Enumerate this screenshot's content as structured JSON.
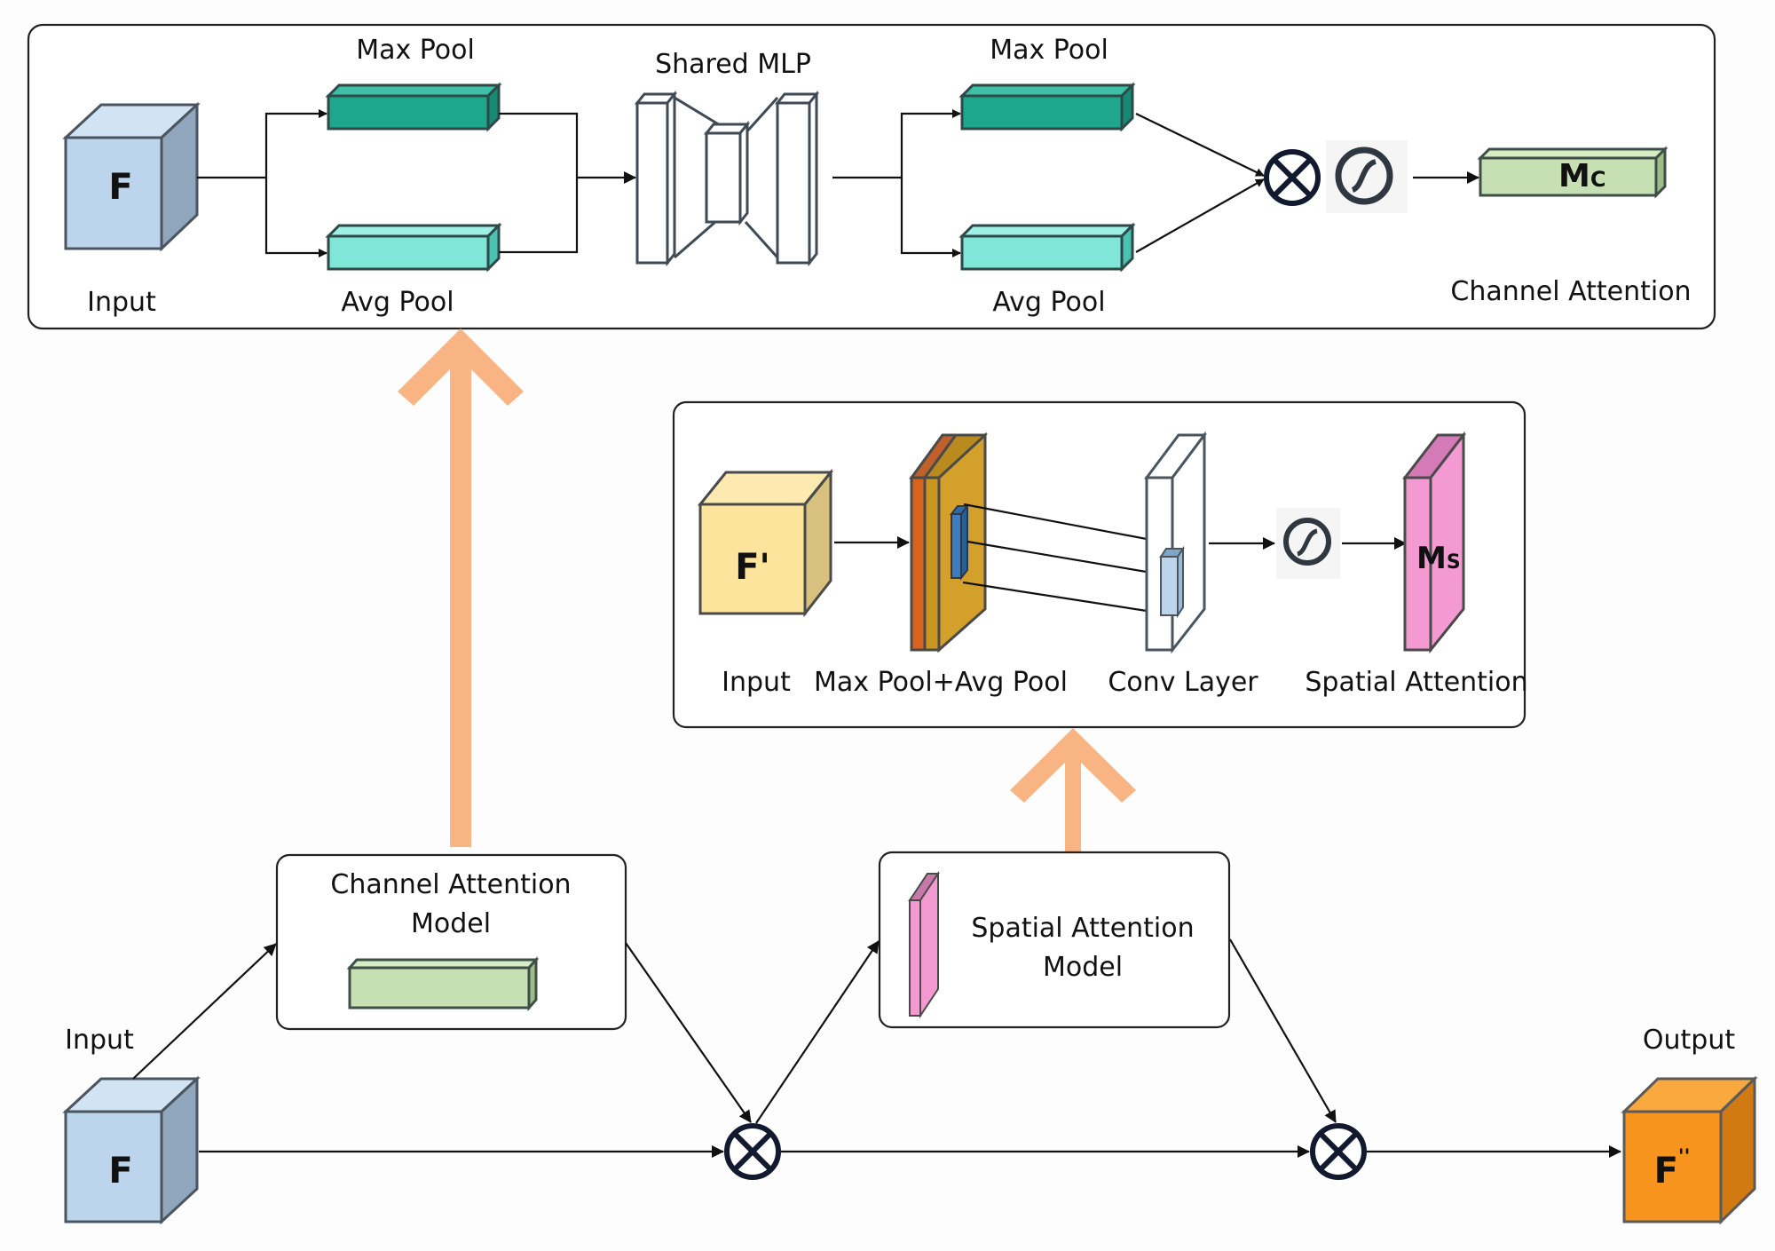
{
  "channel_attention_detail": {
    "input_label": "Input",
    "input_symbol": "F",
    "max_pool_label_1": "Max Pool",
    "avg_pool_label_1": "Avg Pool",
    "shared_mlp_label": "Shared MLP",
    "max_pool_label_2": "Max Pool",
    "avg_pool_label_2": "Avg Pool",
    "output_symbol_main": "M",
    "output_symbol_sub": "C",
    "title": "Channel Attention"
  },
  "spatial_attention_detail": {
    "input_symbol": "F'",
    "input_label": "Input",
    "pool_label": "Max Pool+Avg Pool",
    "conv_label": "Conv Layer",
    "output_symbol_main": "M",
    "output_symbol_sub": "S",
    "title": "Spatial Attention"
  },
  "pipeline": {
    "input_label": "Input",
    "input_symbol": "F",
    "channel_model_line1": "Channel Attention",
    "channel_model_line2": "Model",
    "spatial_model_line1": "Spatial Attention",
    "spatial_model_line2": "Model",
    "output_label": "Output",
    "output_symbol": "F",
    "output_symbol_prime": "''"
  },
  "colors": {
    "input_cube": "#bcd5ec",
    "max_pool": "#1fa78e",
    "avg_pool": "#7fe6d8",
    "mc": "#c6e0b4",
    "f_prime": "#fde49c",
    "pool_map": "#d4a02c",
    "ms": "#f49ad2",
    "output_cube": "#f7941d",
    "arrow": "#f9b483"
  }
}
